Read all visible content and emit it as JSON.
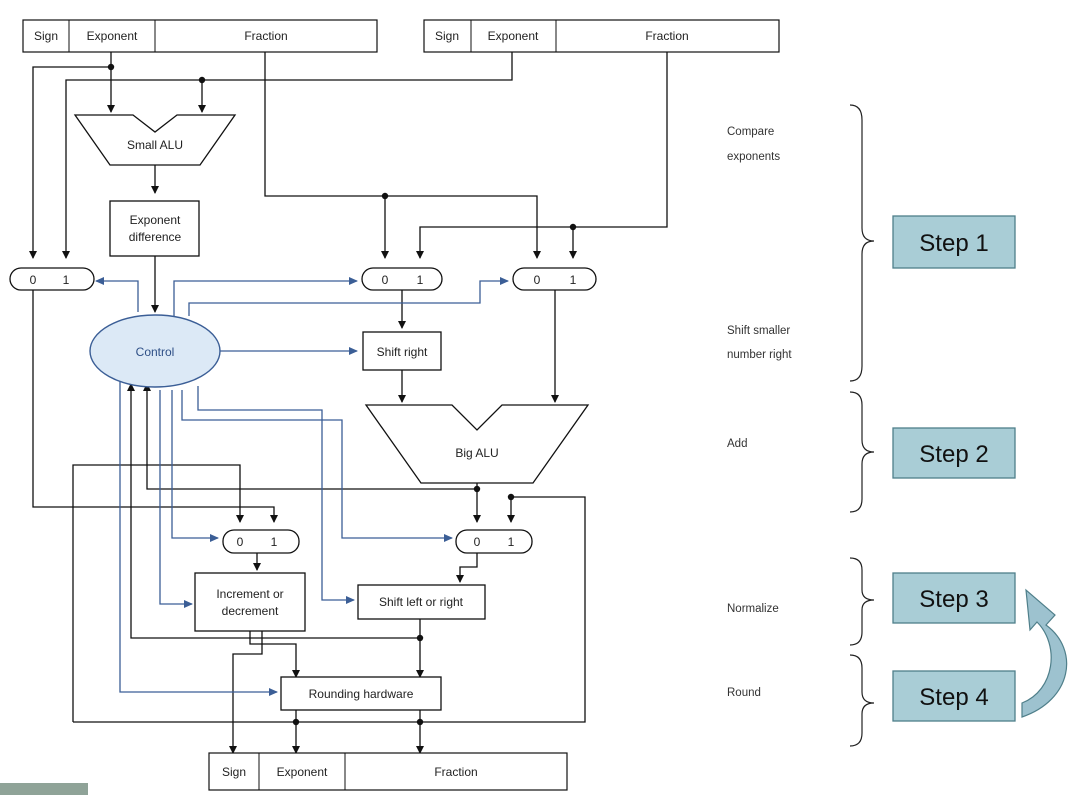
{
  "fields": {
    "sign": "Sign",
    "exponent": "Exponent",
    "fraction": "Fraction"
  },
  "blocks": {
    "small_alu": "Small ALU",
    "exponent_difference_line1": "Exponent",
    "exponent_difference_line2": "difference",
    "control": "Control",
    "shift_right": "Shift right",
    "big_alu": "Big ALU",
    "increment_line1": "Increment or",
    "increment_line2": "decrement",
    "shift_left_right": "Shift left or right",
    "rounding": "Rounding hardware"
  },
  "mux": {
    "zero": "0",
    "one": "1"
  },
  "annotations": {
    "compare_line1": "Compare",
    "compare_line2": "exponents",
    "shift_line1": "Shift smaller",
    "shift_line2": "number right",
    "add": "Add",
    "normalize": "Normalize",
    "round": "Round"
  },
  "steps": [
    "Step 1",
    "Step 2",
    "Step 3",
    "Step 4"
  ],
  "colors": {
    "control_line": "#3b5e96",
    "step_fill": "#a9cdd6",
    "step_stroke": "#4f7f8a",
    "arrow_fill": "#9dc2cf",
    "corner_tab": "#8fa398"
  }
}
